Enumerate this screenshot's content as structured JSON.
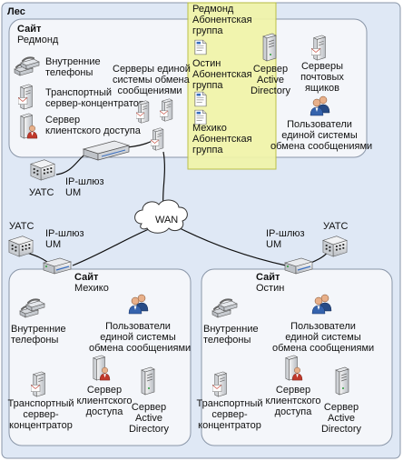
{
  "forest": {
    "title": "Лес"
  },
  "redmond": {
    "site_title": "Сайт",
    "site_name": "Редмонд",
    "internal_phones": "Внутренние\nтелефоны",
    "transport_server": "Транспортный\nсервер-концентратор",
    "client_access_server": "Сервер\nклиентского доступа",
    "um_servers": "Серверы единой\nсистемы обмена\nсообщениями",
    "ad_server": "Сервер\nActive\nDirectory",
    "mailbox_servers": "Серверы\nпочтовых\nящиков",
    "um_users": "Пользователи\nединой системы\nобмена сообщениями",
    "pbx": "УАТС",
    "ip_gateway": "IP-шлюз\nUM"
  },
  "dial_plans": {
    "redmond": "Редмонд\nАбонентская\nгруппа",
    "austin": "Остин\nАбонентская\nгруппа",
    "mexico": "Мехико\nАбонентская\nгруппа"
  },
  "wan": {
    "label": "WAN"
  },
  "mexico": {
    "pbx": "УАТС",
    "ip_gateway": "IP-шлюз\nUM",
    "site_title": "Сайт",
    "site_name": "Мехико",
    "internal_phones": "Внутренние\nтелефоны",
    "um_users": "Пользователи\nединой системы\nобмена сообщениями",
    "client_access_server": "Сервер\nклиентского\nдоступа",
    "transport_server": "Транспортный\nсервер-\nконцентратор",
    "ad_server": "Сервер\nActive\nDirectory"
  },
  "austin": {
    "ip_gateway": "IP-шлюз\nUM",
    "pbx": "УАТС",
    "site_title": "Сайт",
    "site_name": "Остин",
    "internal_phones": "Внутренние\nтелефоны",
    "um_users": "Пользователи\nединой системы\nобмена сообщениями",
    "client_access_server": "Сервер\nклиентского\nдоступа",
    "transport_server": "Транспортный\nсервер-\nконцентратор",
    "ad_server": "Сервер\nActive\nDirectory"
  },
  "colors": {
    "forest_bg": "#dfe8f5",
    "site_bg": "#f4f6fa",
    "highlight": "#f1f4a8",
    "line": "#111111"
  }
}
